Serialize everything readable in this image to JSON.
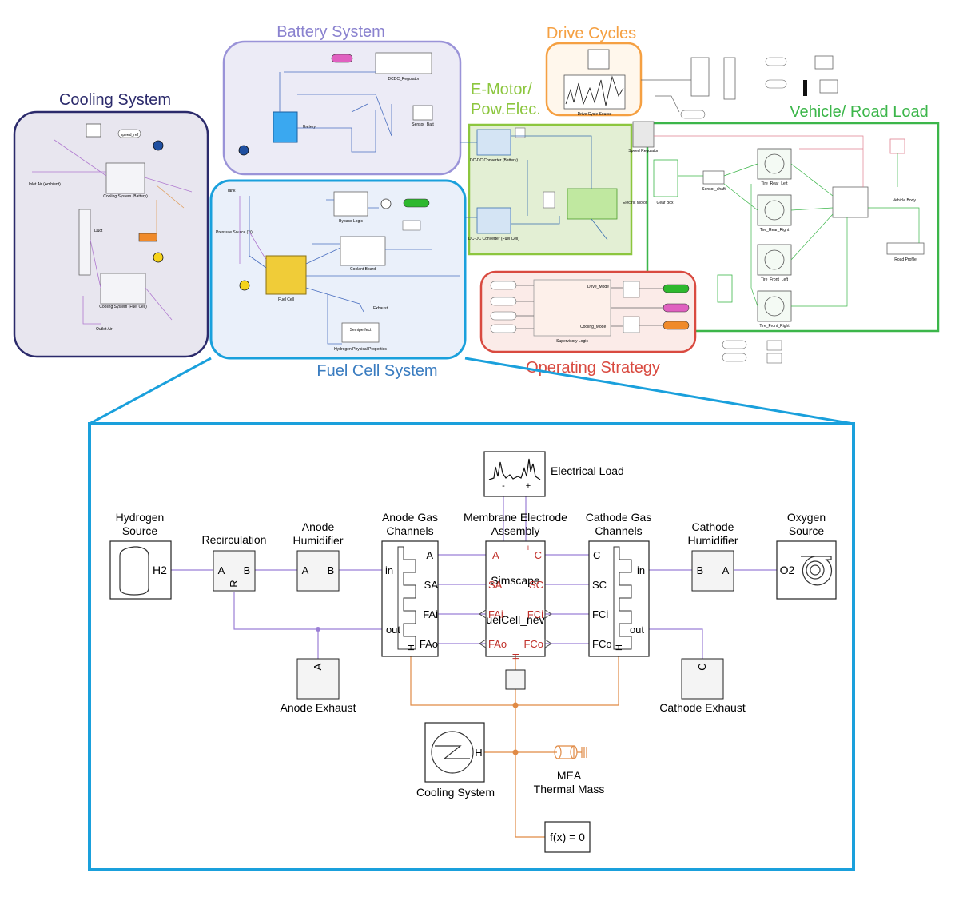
{
  "colors": {
    "cooling": "#2b2a6b",
    "battery": "#9a93d8",
    "fuel_cell": "#1aa0dc",
    "motor": "#8cc63e",
    "drive_cycles": "#f5a042",
    "vehicle": "#3cb64a",
    "strategy": "#d94a40",
    "purple_wire": "#9b7fd6",
    "orange_wire": "#e08a45"
  },
  "overview": {
    "cooling_title": "Cooling System",
    "battery_title": "Battery System",
    "fuel_cell_title": "Fuel Cell System",
    "motor_title_1": "E-Motor/",
    "motor_title_2": "Pow.Elec.",
    "drive_cycles_title": "Drive Cycles",
    "vehicle_title": "Vehicle/ Road Load",
    "strategy_title": "Operating Strategy",
    "small_labels": {
      "speed_ref": "speed_ref",
      "cooling_battery": "Cooling System (Battery)",
      "cooling_fuelcell": "Cooling System (Fuel Cell)",
      "duct": "Duct",
      "inlet_air": "Inlet Air (Ambient)",
      "outlet_air": "Outlet Air",
      "battery": "Battery",
      "dcdc_regulator": "DCDC_Regulator",
      "sensor_batt": "Sensor_Batt",
      "tank": "Tank",
      "pressure_source": "Pressure Source (2i)",
      "bypass_logic": "Bypass Logic",
      "coolant_board": "Coolant Board",
      "fuel_cell": "Fuel Cell",
      "exhaust": "Exhaust",
      "semiperfect": "Semiperfect",
      "hydrogen_props": "Hydrogen Physical Properties",
      "dcdc_battery": "DC-DC Converter (Battery)",
      "dcdc_fuelcell": "DC-DC Converter (Fuel Cell)",
      "electric_motor": "Electric Motor",
      "drive_cycle_source": "Drive Cycle Source",
      "gear_box": "Gear Box",
      "sensor_shaft": "Sensor_shaft",
      "tire_rear_left": "Tire_Rear_Left",
      "tire_rear_right": "Tire_Rear_Right",
      "tire_front_left": "Tire_Front_Left",
      "tire_front_right": "Tire_Front_Right",
      "vehicle_body": "Vehicle Body",
      "road_profile": "Road Profile",
      "speed_regulator": "Speed Regulator",
      "supervisory_logic": "Supervisory Logic",
      "drive_mode": "Drive_Mode",
      "cooling_mode": "Cooling_Mode"
    }
  },
  "detail": {
    "hydrogen_source": "Hydrogen\nSource",
    "recirculation": "Recirculation",
    "anode_humidifier": "Anode\nHumidifier",
    "anode_gas_channels": "Anode Gas\nChannels",
    "mea": "Membrane Electrode\nAssembly",
    "cathode_gas_channels": "Cathode Gas\nChannels",
    "cathode_humidifier": "Cathode\nHumidifier",
    "oxygen_source": "Oxygen\nSource",
    "electrical_load": "Electrical Load",
    "anode_exhaust": "Anode Exhaust",
    "cathode_exhaust": "Cathode Exhaust",
    "cooling_system": "Cooling System",
    "mea_thermal_mass": "MEA\nThermal Mass",
    "solver": "f(x) = 0",
    "simscape": "Simscape",
    "fuelcell_name": "uelCell_nev",
    "ports": {
      "h2": "H2",
      "o2": "O2",
      "a": "A",
      "b": "B",
      "r": "R",
      "c": "C",
      "in": "in",
      "out": "out",
      "sa": "SA",
      "sc": "SC",
      "fai": "FAi",
      "fao": "FAo",
      "fci": "FCi",
      "fco": "FCo",
      "h": "H",
      "plus": "+",
      "minus": "-"
    }
  }
}
